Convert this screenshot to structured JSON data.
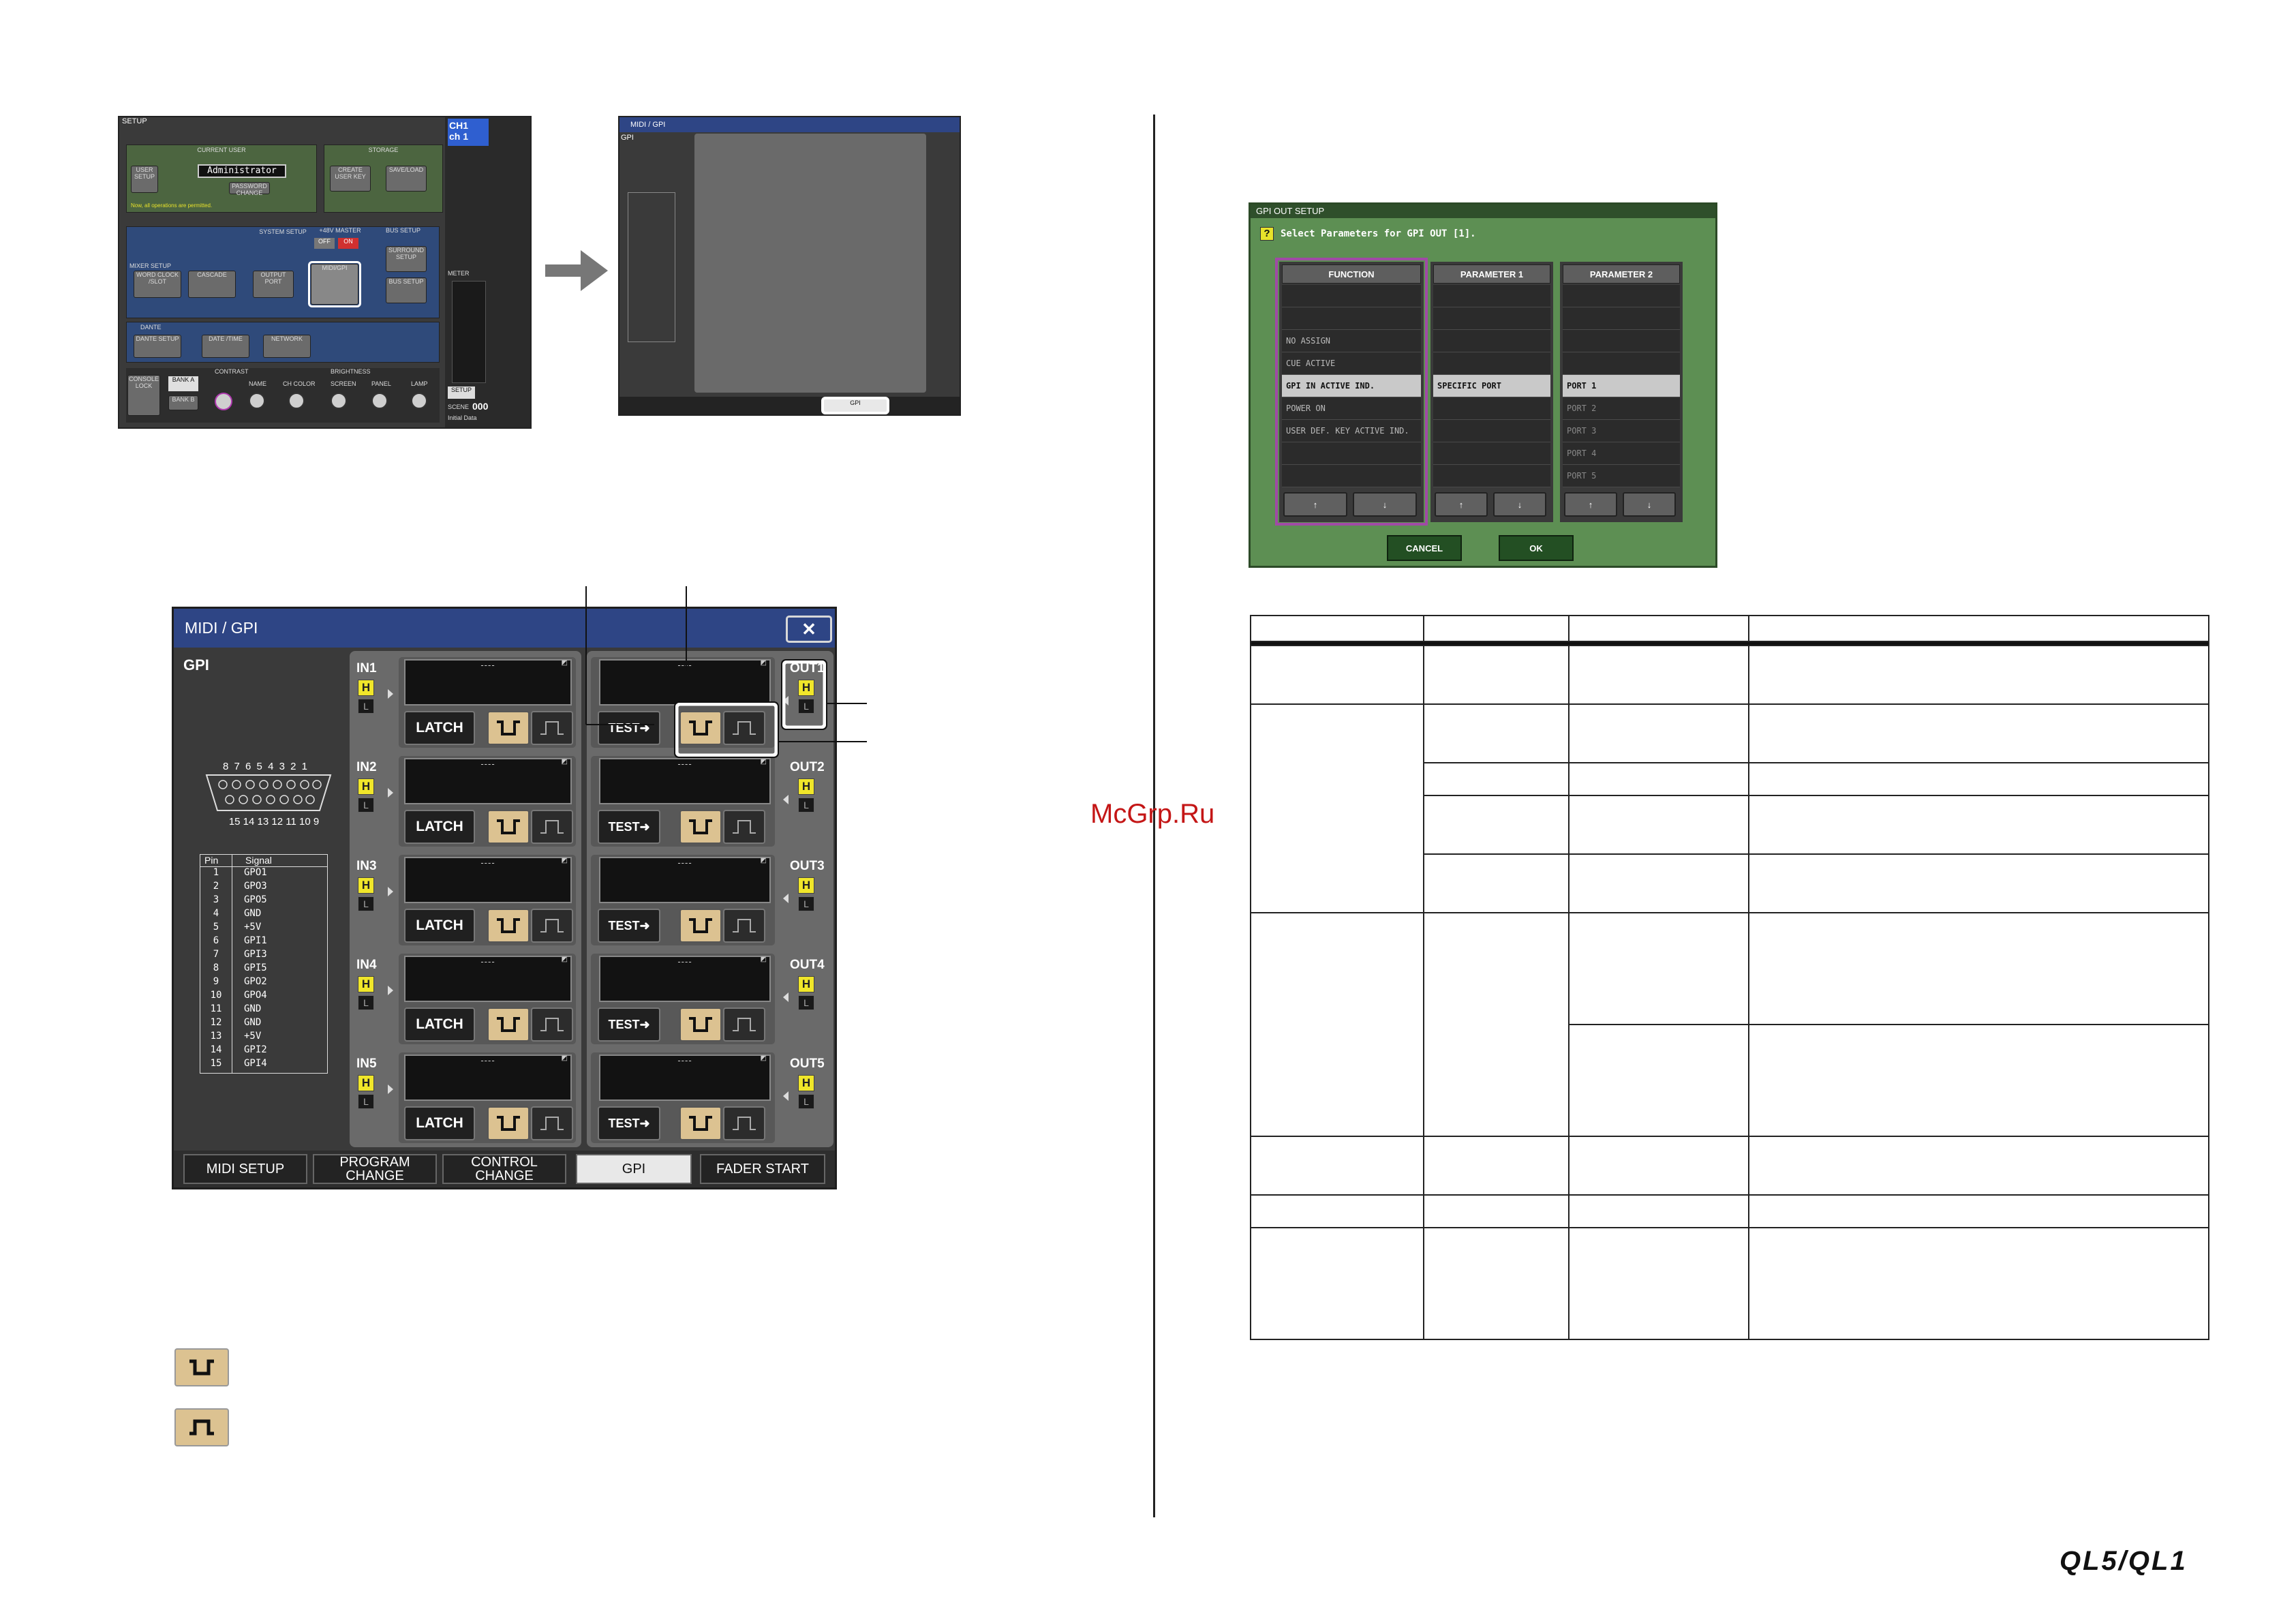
{
  "watermark": "McGrp.Ru",
  "logo_text": "QL5/QL1",
  "setup_screen": {
    "title": "SETUP",
    "channel": "CH1",
    "channel_name": "ch 1",
    "current_user": "CURRENT USER",
    "user_setup": "USER SETUP",
    "administrator": "Administrator",
    "password_change": "PASSWORD CHANGE",
    "all_operations": "Now, all operations are permitted.",
    "storage": "STORAGE",
    "create_user_key": "CREATE USER KEY",
    "save_load": "SAVE/LOAD",
    "system_setup": "SYSTEM SETUP",
    "mixer_setup": "MIXER SETUP",
    "word_clock_slot": "WORD CLOCK /SLOT",
    "cascade": "CASCADE",
    "output_port": "OUTPUT PORT",
    "midi_gpi": "MIDI/GPI",
    "bus_setup_hdr": "BUS SETUP",
    "surround_setup": "SURROUND SETUP",
    "bus_setup": "BUS SETUP",
    "plus48v": "+48V MASTER",
    "off": "OFF",
    "on": "ON",
    "dante": "DANTE",
    "dante_setup": "DANTE SETUP",
    "date_time": "DATE /TIME",
    "network": "NETWORK",
    "contrast": "CONTRAST",
    "brightness": "BRIGHTNESS",
    "console_lock": "CONSOLE LOCK",
    "bank_a": "BANK A",
    "bank_b": "BANK B",
    "name": "NAME",
    "ch_color": "CH COLOR",
    "screen": "SCREEN",
    "panel": "PANEL",
    "lamp": "LAMP",
    "meter": "METER",
    "setup_btn": "SETUP",
    "scene": "SCENE",
    "scene_no": "000",
    "initial_data": "Initial Data"
  },
  "gpi": {
    "window_title": "MIDI / GPI",
    "close": "✕",
    "section": "GPI",
    "connector_top": "8 7 6 5 4 3 2 1",
    "connector_bottom": "15 14 13 12 11 10 9",
    "pin_header": "Pin",
    "signal_header": "Signal",
    "pins": [
      {
        "pin": "1",
        "signal": "GPO1"
      },
      {
        "pin": "2",
        "signal": "GPO3"
      },
      {
        "pin": "3",
        "signal": "GPO5"
      },
      {
        "pin": "4",
        "signal": "GND"
      },
      {
        "pin": "5",
        "signal": "+5V"
      },
      {
        "pin": "6",
        "signal": "GPI1"
      },
      {
        "pin": "7",
        "signal": "GPI3"
      },
      {
        "pin": "8",
        "signal": "GPI5"
      },
      {
        "pin": "9",
        "signal": "GPO2"
      },
      {
        "pin": "10",
        "signal": "GPO4"
      },
      {
        "pin": "11",
        "signal": "GND"
      },
      {
        "pin": "12",
        "signal": "GND"
      },
      {
        "pin": "13",
        "signal": "+5V"
      },
      {
        "pin": "14",
        "signal": "GPI2"
      },
      {
        "pin": "15",
        "signal": "GPI4"
      }
    ],
    "inputs": [
      {
        "label": "IN1",
        "name": "----",
        "h": "H",
        "l": "L",
        "latch": "LATCH"
      },
      {
        "label": "IN2",
        "name": "----",
        "h": "H",
        "l": "L",
        "latch": "LATCH"
      },
      {
        "label": "IN3",
        "name": "----",
        "h": "H",
        "l": "L",
        "latch": "LATCH"
      },
      {
        "label": "IN4",
        "name": "----",
        "h": "H",
        "l": "L",
        "latch": "LATCH"
      },
      {
        "label": "IN5",
        "name": "----",
        "h": "H",
        "l": "L",
        "latch": "LATCH"
      }
    ],
    "outputs": [
      {
        "label": "OUT1",
        "name": "----",
        "h": "H",
        "l": "L",
        "test": "TEST➜"
      },
      {
        "label": "OUT2",
        "name": "----",
        "h": "H",
        "l": "L",
        "test": "TEST➜"
      },
      {
        "label": "OUT3",
        "name": "----",
        "h": "H",
        "l": "L",
        "test": "TEST➜"
      },
      {
        "label": "OUT4",
        "name": "----",
        "h": "H",
        "l": "L",
        "test": "TEST➜"
      },
      {
        "label": "OUT5",
        "name": "----",
        "h": "H",
        "l": "L",
        "test": "TEST➜"
      }
    ],
    "tabs": [
      {
        "line1": "MIDI SETUP",
        "line2": ""
      },
      {
        "line1": "PROGRAM",
        "line2": "CHANGE"
      },
      {
        "line1": "CONTROL",
        "line2": "CHANGE"
      },
      {
        "line1": "GPI",
        "line2": ""
      },
      {
        "line1": "FADER START",
        "line2": ""
      }
    ],
    "selected_tab": "GPI"
  },
  "gpi_out_setup": {
    "title": "GPI OUT SETUP",
    "help": "?",
    "prompt": "Select Parameters for GPI OUT [1].",
    "function_header": "FUNCTION",
    "param1_header": "PARAMETER 1",
    "param2_header": "PARAMETER 2",
    "functions": [
      "",
      "",
      "NO ASSIGN",
      "CUE ACTIVE",
      "GPI IN ACTIVE IND.",
      "POWER ON",
      "USER DEF. KEY ACTIVE IND.",
      "",
      ""
    ],
    "param1": [
      "",
      "",
      "",
      "",
      "SPECIFIC PORT",
      "",
      "",
      "",
      ""
    ],
    "param2": [
      "",
      "",
      "",
      "",
      "PORT 1",
      "PORT 2",
      "PORT 3",
      "PORT 4",
      "PORT 5"
    ],
    "up": "↑",
    "down": "↓",
    "cancel": "CANCEL",
    "ok": "OK"
  }
}
